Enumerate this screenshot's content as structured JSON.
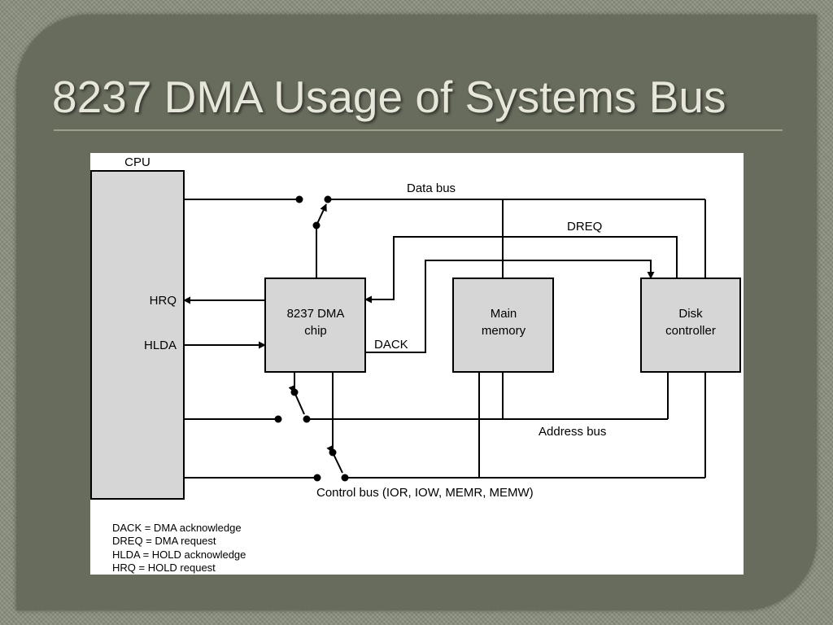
{
  "slide": {
    "title": "8237 DMA Usage of Systems Bus"
  },
  "diagram": {
    "components": {
      "cpu": "CPU",
      "dma_line1": "8237 DMA",
      "dma_line2": "chip",
      "memory_line1": "Main",
      "memory_line2": "memory",
      "disk_line1": "Disk",
      "disk_line2": "controller"
    },
    "signals": {
      "hrq": "HRQ",
      "hlda": "HLDA",
      "dack": "DACK",
      "dreq": "DREQ"
    },
    "buses": {
      "data": "Data bus",
      "address": "Address bus",
      "control": "Control bus (IOR, IOW, MEMR, MEMW)"
    },
    "legend": [
      "DACK = DMA acknowledge",
      "DREQ = DMA request",
      "HLDA = HOLD acknowledge",
      "HRQ = HOLD request"
    ],
    "colors": {
      "box_fill": "#d6d6d6",
      "line": "#000000"
    }
  }
}
